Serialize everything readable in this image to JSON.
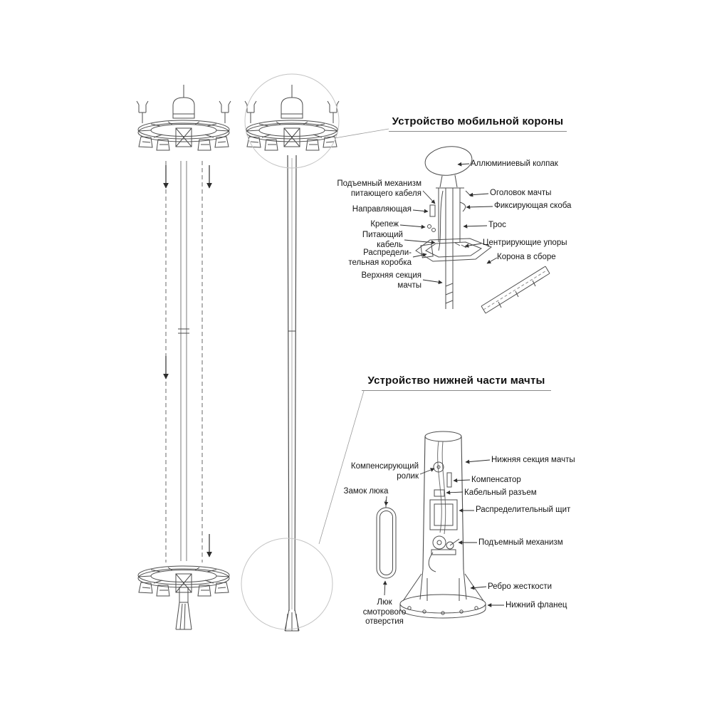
{
  "top_detail": {
    "title": "Устройство мобильной короны",
    "labels_left": [
      "Подъемный механизм\nпитающего кабеля",
      "Направляющая",
      "Крепеж",
      "Питающий\nкабель",
      "Распредели-\nтельная коробка",
      "Верхняя секция\nмачты"
    ],
    "labels_right": [
      "Аллюминиевый колпак",
      "Оголовок мачты",
      "Фиксирующая скоба",
      "Трос",
      "Центрирующие упоры",
      "Корона в сборе"
    ]
  },
  "bottom_detail": {
    "title": "Устройство нижней части мачты",
    "labels_left": [
      "Компенсирующий\nролик",
      "Замок люка",
      "Люк\nсмотрового\nотверстия"
    ],
    "labels_right": [
      "Нижняя секция мачты",
      "Компенсатор",
      "Кабельный разъем",
      "Распределительный щит",
      "Подъемный механизм",
      "Ребро жесткости",
      "Нижний фланец"
    ]
  }
}
